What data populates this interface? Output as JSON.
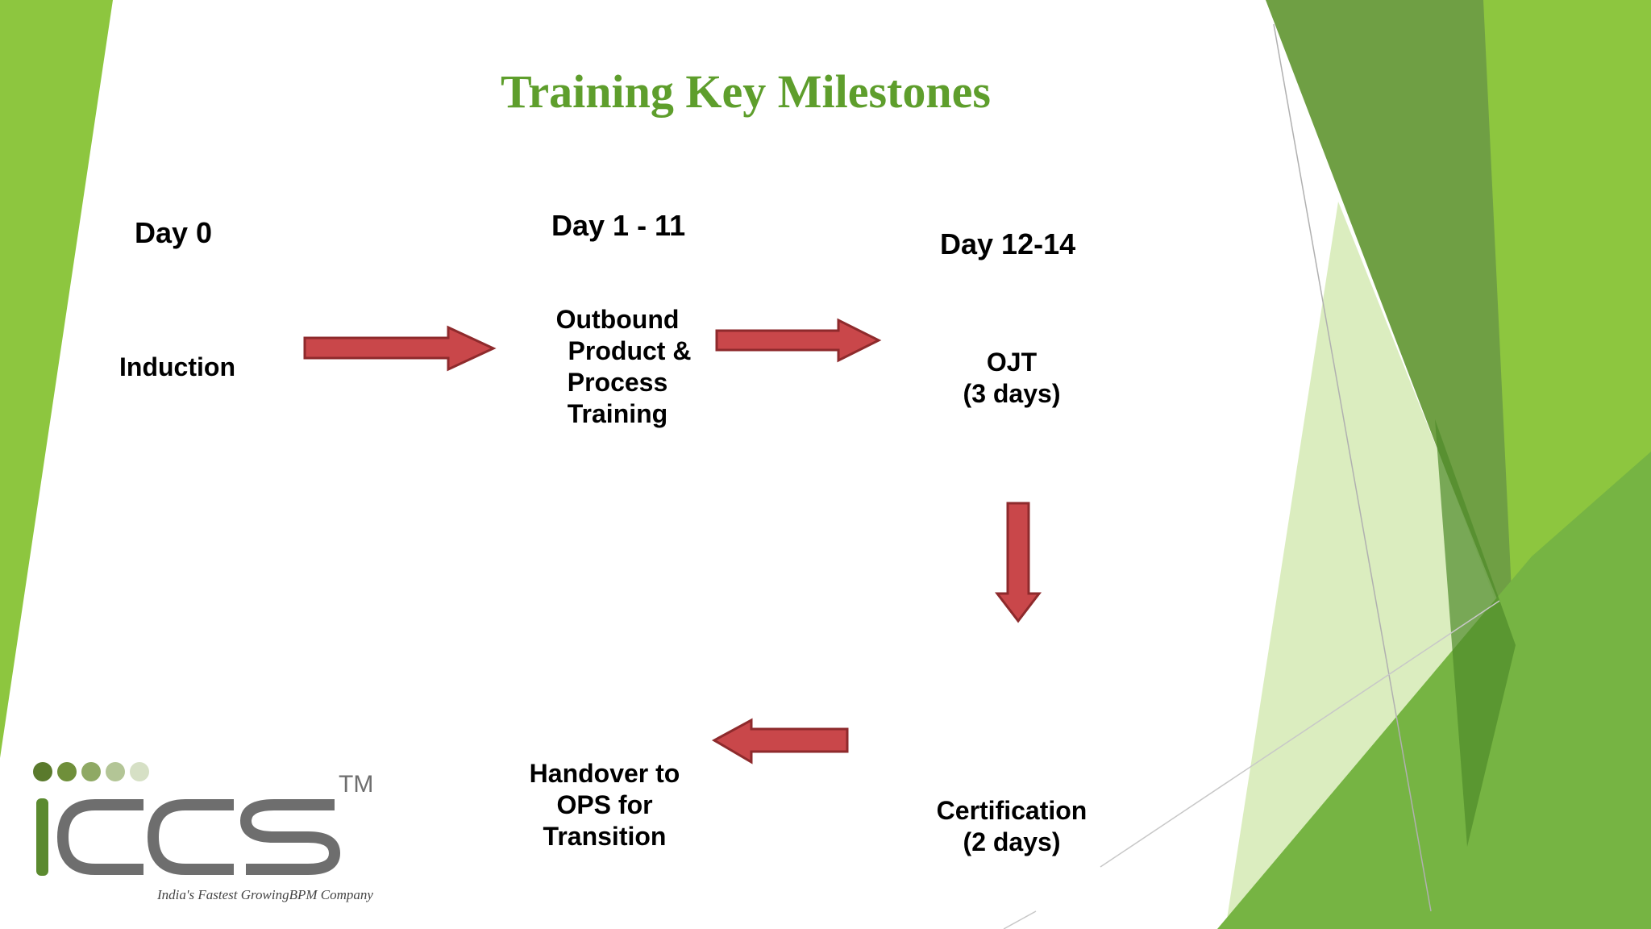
{
  "title": "Training Key Milestones",
  "colors": {
    "title": "#5e9e2c",
    "arrow_fill": "#c9474a",
    "arrow_stroke": "#8e2a2c",
    "green_light": "#8dc63f",
    "green_dark": "#5a8f32"
  },
  "milestones": [
    {
      "day": "Day 0",
      "lines": [
        "Induction"
      ]
    },
    {
      "day": "Day 1 - 11",
      "lines": [
        "Outbound",
        "Product &",
        "Process",
        "Training"
      ]
    },
    {
      "day": "Day 12-14",
      "lines": [
        "OJT",
        "(3 days)"
      ]
    },
    {
      "lines": [
        "Certification",
        "(2 days)"
      ]
    },
    {
      "lines": [
        "Handover to",
        "OPS for",
        "Transition"
      ]
    }
  ],
  "logo": {
    "text": "iccs",
    "trademark": "TM",
    "tagline": "India's Fastest GrowingBPM Company",
    "dot_colors": [
      "#5a7a2c",
      "#6f8f3a",
      "#8fa964",
      "#b3c596",
      "#d6e0c5"
    ]
  }
}
